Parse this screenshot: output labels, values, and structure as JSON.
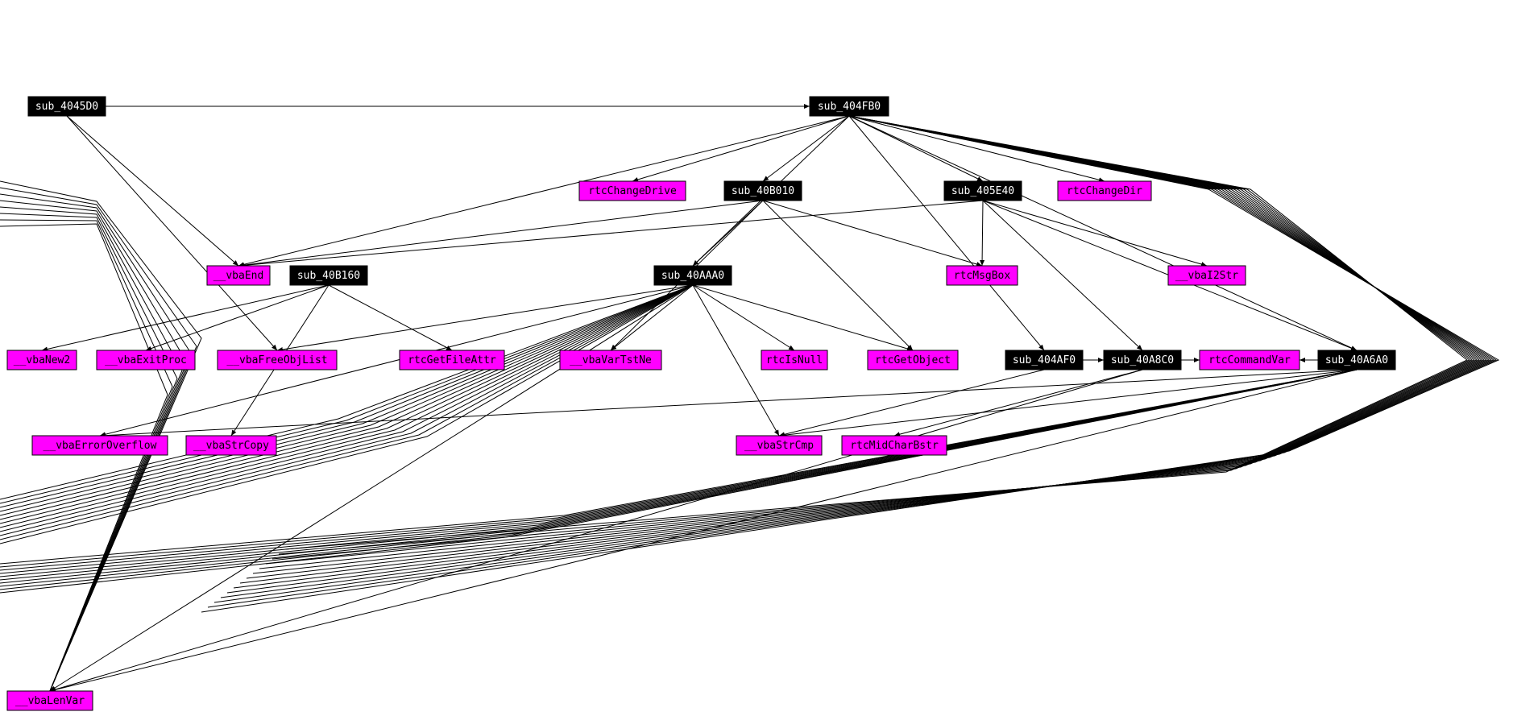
{
  "colors": {
    "sub_fill": "#000000",
    "sub_text": "#ffffff",
    "api_fill": "#ff00ff",
    "api_text": "#000000",
    "edge": "#000000",
    "background": "#ffffff"
  },
  "nodes": [
    {
      "id": "sub_4045D0",
      "label": "sub_4045D0",
      "kind": "sub"
    },
    {
      "id": "sub_404FB0",
      "label": "sub_404FB0",
      "kind": "sub"
    },
    {
      "id": "rtcChangeDrive",
      "label": "rtcChangeDrive",
      "kind": "api"
    },
    {
      "id": "sub_40B010",
      "label": "sub_40B010",
      "kind": "sub"
    },
    {
      "id": "sub_405E40",
      "label": "sub_405E40",
      "kind": "sub"
    },
    {
      "id": "rtcChangeDir",
      "label": "rtcChangeDir",
      "kind": "api"
    },
    {
      "id": "vbaEnd",
      "label": "__vbaEnd",
      "kind": "api"
    },
    {
      "id": "sub_40B160",
      "label": "sub_40B160",
      "kind": "sub"
    },
    {
      "id": "sub_40AAA0",
      "label": "sub_40AAA0",
      "kind": "sub"
    },
    {
      "id": "rtcMsgBox",
      "label": "rtcMsgBox",
      "kind": "api"
    },
    {
      "id": "vbaI2Str",
      "label": "__vbaI2Str",
      "kind": "api"
    },
    {
      "id": "vbaNew2",
      "label": "__vbaNew2",
      "kind": "api"
    },
    {
      "id": "vbaExitProc",
      "label": "__vbaExitProc",
      "kind": "api"
    },
    {
      "id": "vbaFreeObjList",
      "label": "__vbaFreeObjList",
      "kind": "api"
    },
    {
      "id": "rtcGetFileAttr",
      "label": "rtcGetFileAttr",
      "kind": "api"
    },
    {
      "id": "vbaVarTstNe",
      "label": "__vbaVarTstNe",
      "kind": "api"
    },
    {
      "id": "rtcIsNull",
      "label": "rtcIsNull",
      "kind": "api"
    },
    {
      "id": "rtcGetObject",
      "label": "rtcGetObject",
      "kind": "api"
    },
    {
      "id": "sub_404AF0",
      "label": "sub_404AF0",
      "kind": "sub"
    },
    {
      "id": "sub_40A8C0",
      "label": "sub_40A8C0",
      "kind": "sub"
    },
    {
      "id": "rtcCommandVar",
      "label": "rtcCommandVar",
      "kind": "api"
    },
    {
      "id": "sub_40A6A0",
      "label": "sub_40A6A0",
      "kind": "sub"
    },
    {
      "id": "vbaErrorOverflow",
      "label": "__vbaErrorOverflow",
      "kind": "api"
    },
    {
      "id": "vbaStrCopy",
      "label": "__vbaStrCopy",
      "kind": "api"
    },
    {
      "id": "vbaStrCmp",
      "label": "__vbaStrCmp",
      "kind": "api"
    },
    {
      "id": "rtcMidCharBstr",
      "label": "rtcMidCharBstr",
      "kind": "api"
    },
    {
      "id": "vbaLenVar",
      "label": "__vbaLenVar",
      "kind": "api"
    }
  ],
  "edges": [
    [
      "sub_4045D0",
      "sub_404FB0"
    ],
    [
      "sub_4045D0",
      "vbaEnd"
    ],
    [
      "sub_4045D0",
      "vbaFreeObjList"
    ],
    [
      "sub_404FB0",
      "rtcChangeDrive"
    ],
    [
      "sub_404FB0",
      "sub_40B010"
    ],
    [
      "sub_404FB0",
      "sub_405E40"
    ],
    [
      "sub_404FB0",
      "rtcChangeDir"
    ],
    [
      "sub_404FB0",
      "vbaEnd"
    ],
    [
      "sub_404FB0",
      "sub_40AAA0"
    ],
    [
      "sub_404FB0",
      "sub_404AF0"
    ],
    [
      "sub_404FB0",
      "sub_40A6A0"
    ],
    [
      "sub_40B010",
      "sub_40AAA0"
    ],
    [
      "sub_40B010",
      "vbaEnd"
    ],
    [
      "sub_40B010",
      "rtcMsgBox"
    ],
    [
      "sub_40B010",
      "rtcGetObject"
    ],
    [
      "sub_40B010",
      "vbaVarTstNe"
    ],
    [
      "sub_405E40",
      "rtcMsgBox"
    ],
    [
      "sub_405E40",
      "vbaI2Str"
    ],
    [
      "sub_405E40",
      "sub_40A8C0"
    ],
    [
      "sub_405E40",
      "vbaEnd"
    ],
    [
      "sub_405E40",
      "sub_40A6A0"
    ],
    [
      "sub_40B160",
      "vbaNew2"
    ],
    [
      "sub_40B160",
      "rtcGetFileAttr"
    ],
    [
      "sub_40B160",
      "vbaExitProc"
    ],
    [
      "sub_40B160",
      "vbaStrCopy"
    ],
    [
      "sub_40AAA0",
      "vbaVarTstNe"
    ],
    [
      "sub_40AAA0",
      "rtcIsNull"
    ],
    [
      "sub_40AAA0",
      "rtcGetObject"
    ],
    [
      "sub_40AAA0",
      "vbaFreeObjList"
    ],
    [
      "sub_40AAA0",
      "vbaStrCmp"
    ],
    [
      "sub_40AAA0",
      "vbaErrorOverflow"
    ],
    [
      "sub_40AAA0",
      "vbaLenVar"
    ],
    [
      "sub_404AF0",
      "sub_40A8C0"
    ],
    [
      "sub_404AF0",
      "vbaStrCmp"
    ],
    [
      "sub_40A8C0",
      "rtcCommandVar"
    ],
    [
      "sub_40A8C0",
      "rtcMidCharBstr"
    ],
    [
      "sub_40A8C0",
      "vbaLenVar"
    ],
    [
      "sub_40A6A0",
      "rtcCommandVar"
    ],
    [
      "sub_40A6A0",
      "vbaStrCmp"
    ],
    [
      "sub_40A6A0",
      "vbaLenVar"
    ],
    [
      "sub_40A6A0",
      "vbaErrorOverflow"
    ]
  ]
}
